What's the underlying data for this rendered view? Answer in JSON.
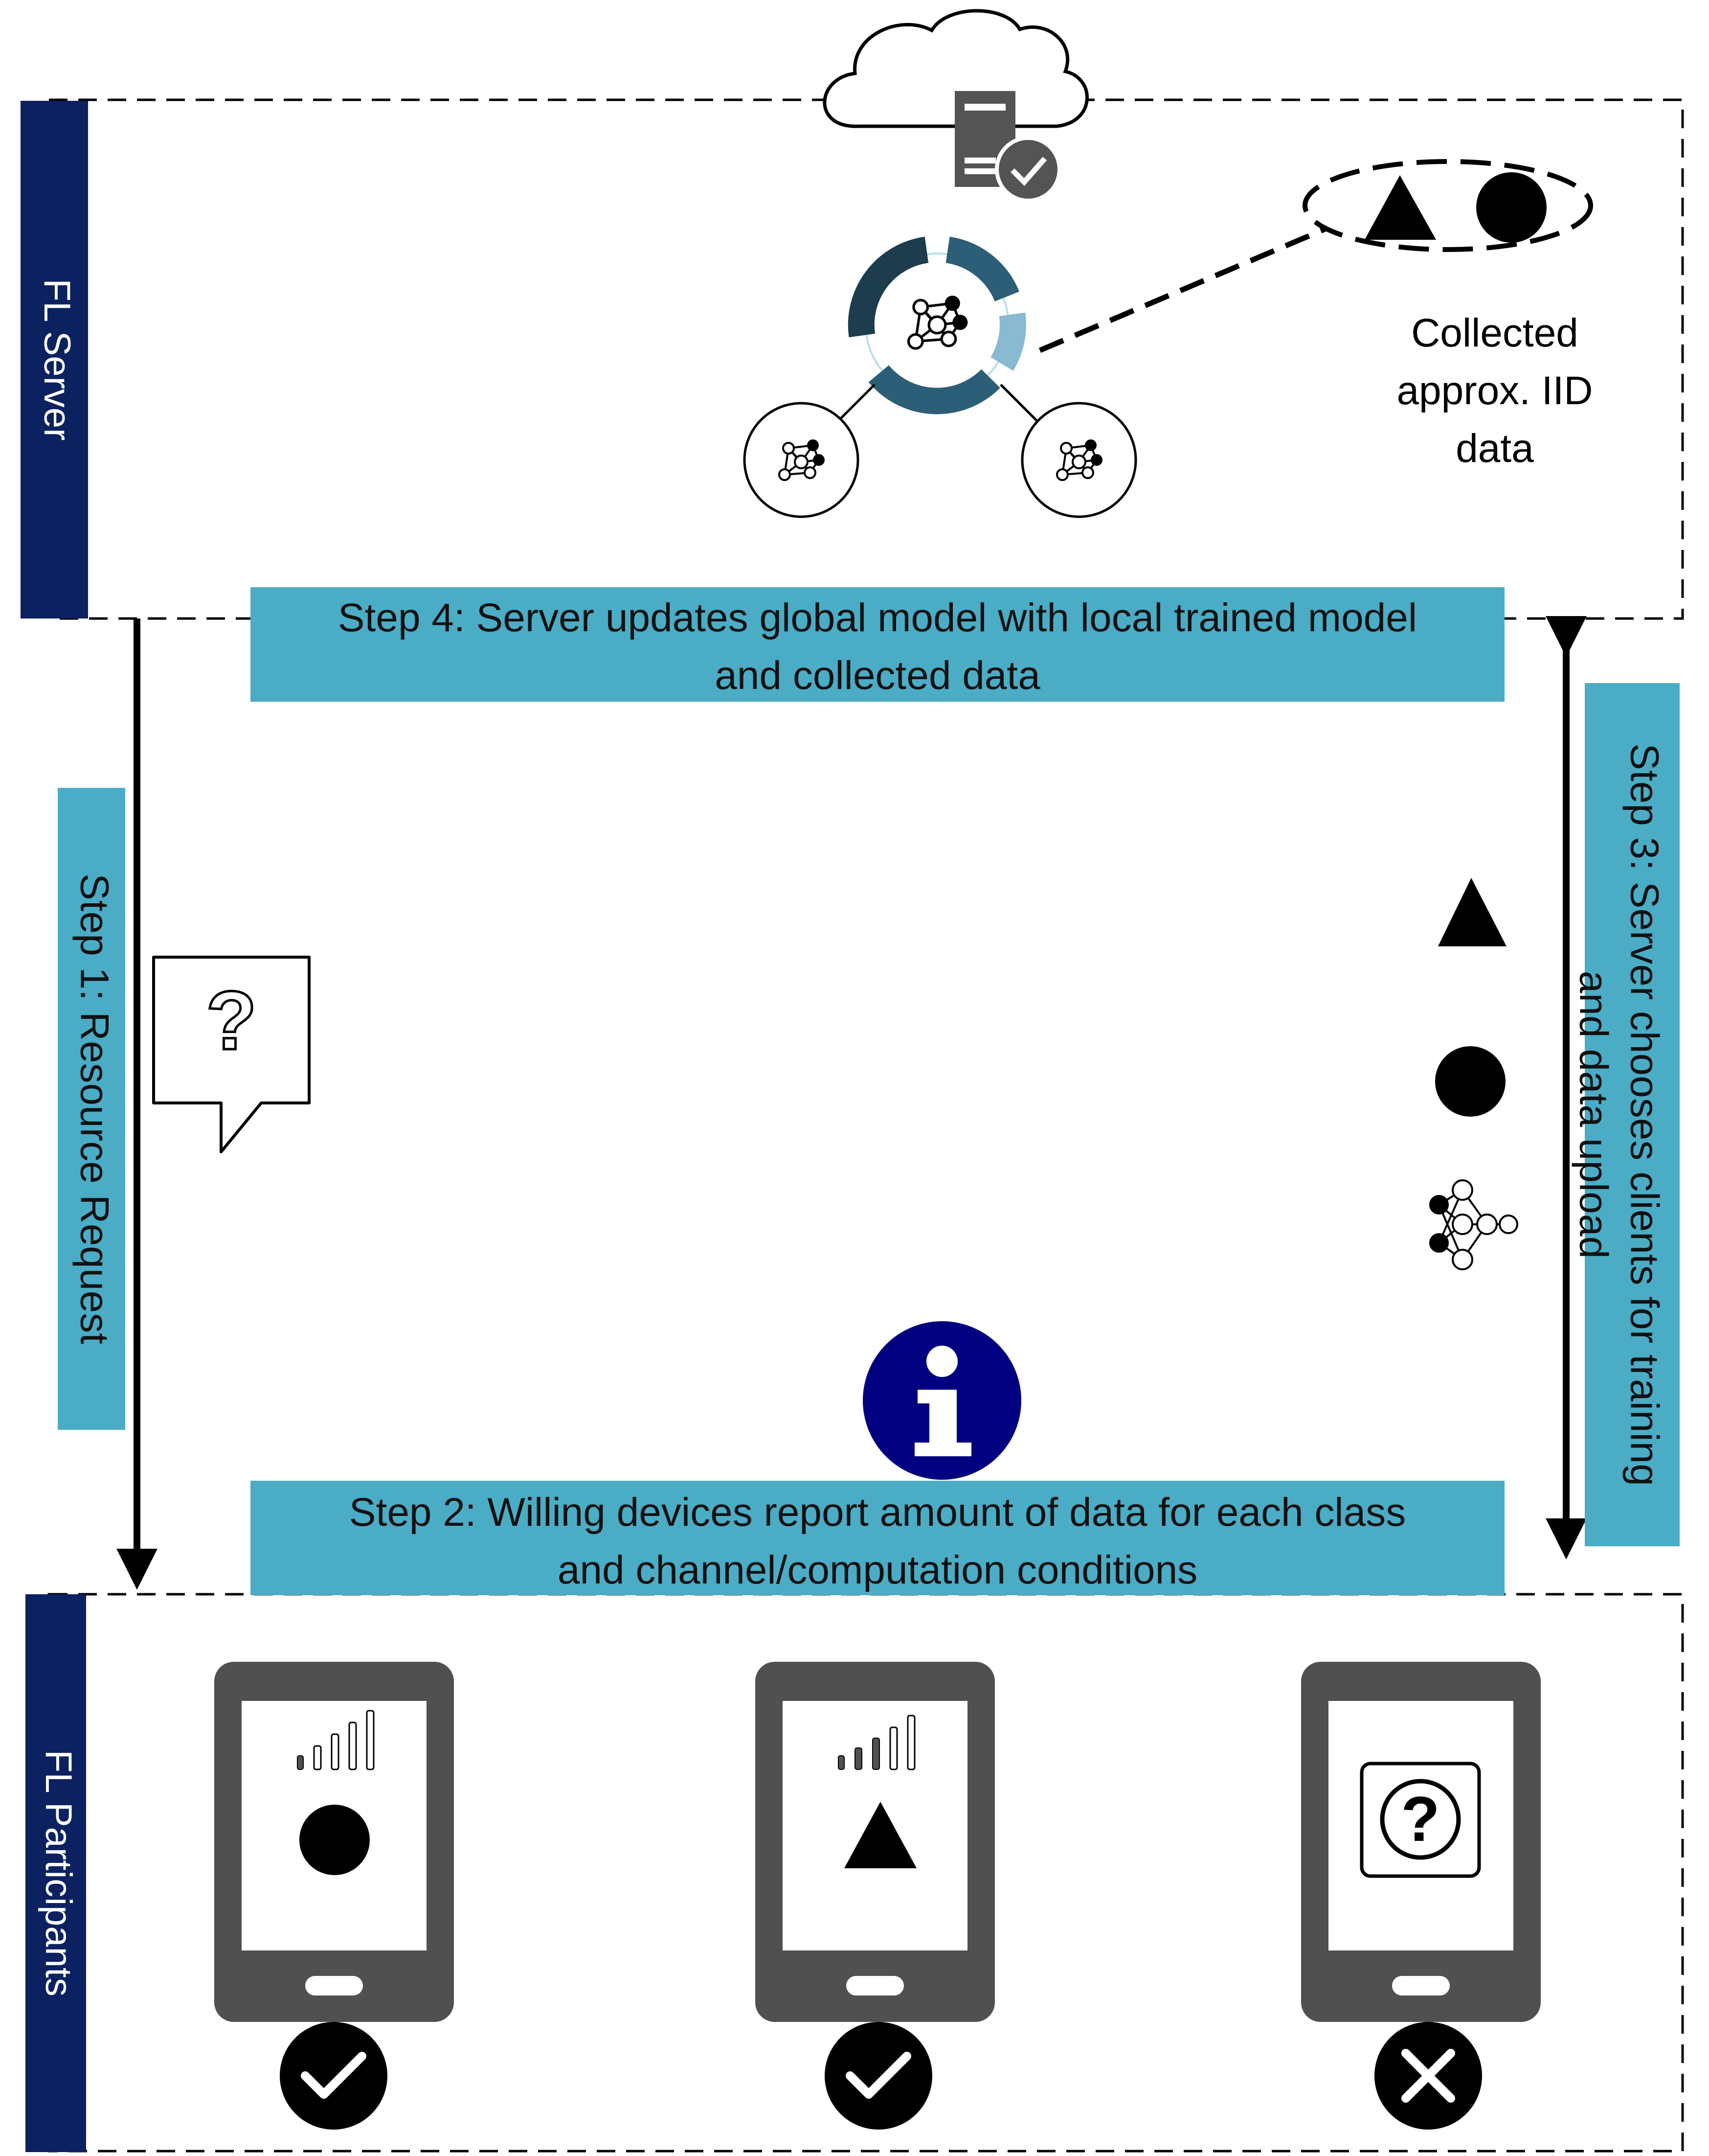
{
  "server_section": {
    "label": "FL Server"
  },
  "participants_section": {
    "label": "FL Participants"
  },
  "steps": {
    "step1": "Step 1: Resource Request",
    "step2_line1": "Step 2: Willing devices report amount of data for each class",
    "step2_line2": "and channel/computation conditions",
    "step3_line1": "Step 3: Server chooses clients for training",
    "step3_line2": "and data upload",
    "step4_line1": "Step 4: Server updates global model with local trained model",
    "step4_line2": "and collected data"
  },
  "collected_data": {
    "line1": "Collected",
    "line2": "approx. IID",
    "line3": "data"
  },
  "devices": [
    {
      "shape": "circle",
      "signal_bars_filled": 1,
      "status": "accepted",
      "status_icon": "check-icon"
    },
    {
      "shape": "triangle",
      "signal_bars_filled": 3,
      "status": "accepted",
      "status_icon": "check-icon"
    },
    {
      "shape": "question",
      "signal_bars_filled": 0,
      "status": "rejected",
      "status_icon": "x-icon"
    }
  ],
  "colors": {
    "navy": "#0b2160",
    "teal": "#4bacc6",
    "dark_gray": "#505050",
    "info_blue": "#000080"
  }
}
